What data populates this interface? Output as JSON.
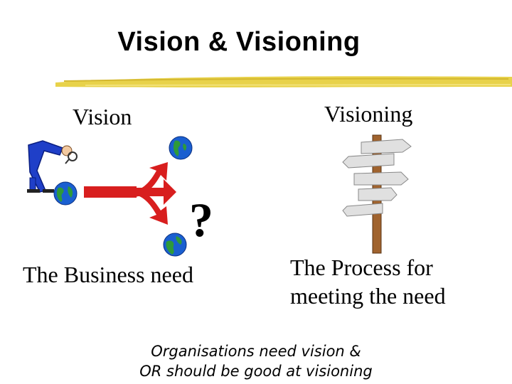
{
  "slide": {
    "title": "Vision & Visioning",
    "vision_heading": "Vision",
    "visioning_heading": "Visioning",
    "question_mark": "?",
    "business_need": "The Business need",
    "process_lines": [
      "The Process for",
      "meeting the need"
    ],
    "footer_lines": [
      "Organisations need vision &",
      "OR should be good at visioning"
    ]
  },
  "colors": {
    "underline": "#e8d24a",
    "arrow": "#d81e1e",
    "figure": "#1f3fc8",
    "globe_water": "#1a5fd0",
    "globe_land": "#2e9a3a",
    "signpost_wood": "#a0632e",
    "sign_board": "#e0e0e0"
  },
  "icons": {
    "person": "man-with-magnifier-icon",
    "arrow": "three-way-arrow-icon",
    "globe": "globe-icon",
    "signpost": "signpost-icon"
  }
}
